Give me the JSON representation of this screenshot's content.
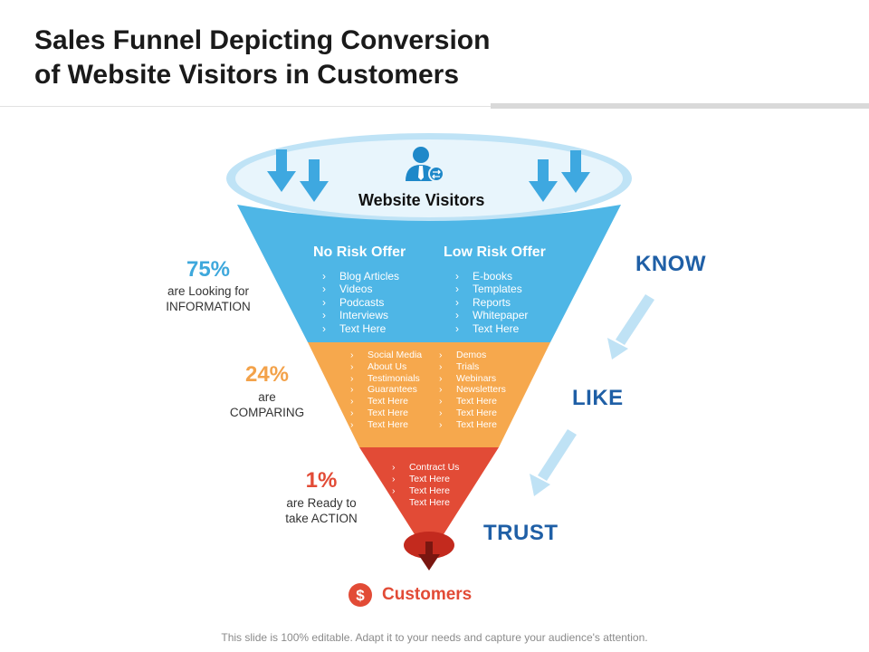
{
  "title_line1": "Sales Funnel Depicting Conversion",
  "title_line2": "of Website Visitors in Customers",
  "funnel": {
    "top_label": "Website Visitors",
    "top": {
      "left_heading": "No Risk Offer",
      "left_items": [
        "Blog Articles",
        "Videos",
        "Podcasts",
        "Interviews",
        "Text Here"
      ],
      "right_heading": "Low Risk Offer",
      "right_items": [
        "E-books",
        "Templates",
        "Reports",
        "Whitepaper",
        "Text Here"
      ]
    },
    "middle": {
      "left_items": [
        "Social Media",
        "About Us",
        "Testimonials",
        "Guarantees",
        "Text Here",
        "Text Here",
        "Text Here"
      ],
      "right_items": [
        "Demos",
        "Trials",
        "Webinars",
        "Newsletters",
        "Text Here",
        "Text Here",
        "Text Here"
      ]
    },
    "bottom": {
      "items": [
        "Contract Us",
        "Text Here",
        "Text Here",
        "Text Here"
      ]
    },
    "output_label": "Customers"
  },
  "stats": [
    {
      "percent": "75%",
      "line1": "are Looking for",
      "line2": "INFORMATION",
      "color": "#3ea8dc"
    },
    {
      "percent": "24%",
      "line1": "are",
      "line2": "COMPARING",
      "color": "#f3a24a"
    },
    {
      "percent": "1%",
      "line1": "are Ready to",
      "line2": "take ACTION",
      "color": "#e24b36"
    }
  ],
  "stages": [
    "KNOW",
    "LIKE",
    "TRUST"
  ],
  "colors": {
    "blue": "#4eb6e6",
    "orange": "#f6a84d",
    "red": "#e24b36",
    "dark_red": "#c32a1e",
    "ellipse_fill": "#e8f5fc",
    "ellipse_ring": "#bfe3f6",
    "arrow_blue": "#3ea8e0",
    "stage_blue": "#1f5fa6",
    "stage_arrow": "#bfe2f5"
  },
  "icons": [
    "down-arrow-icon",
    "user-exchange-icon",
    "dollar-icon",
    "output-arrow-icon"
  ],
  "footer": "This slide is 100% editable. Adapt it to your needs and capture your audience's attention."
}
